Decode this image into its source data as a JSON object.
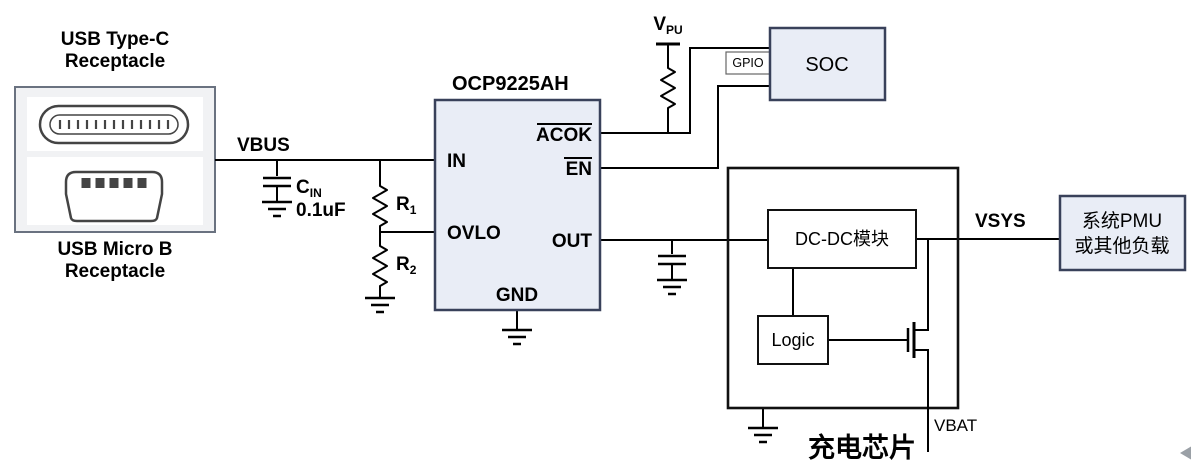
{
  "usb": {
    "typec_label_line1": "USB Type-C",
    "typec_label_line2": "Receptacle",
    "microb_label_line1": "USB Micro B",
    "microb_label_line2": "Receptacle"
  },
  "nets": {
    "vbus": "VBUS",
    "vsys": "VSYS",
    "vbat": "VBAT",
    "gpio": "GPIO",
    "vpu": {
      "main": "V",
      "sub": "PU"
    }
  },
  "passives": {
    "cin": {
      "main": "C",
      "sub": "IN",
      "value": "0.1uF"
    },
    "r1": {
      "main": "R",
      "sub": "1"
    },
    "r2": {
      "main": "R",
      "sub": "2"
    }
  },
  "ic": {
    "name": "OCP9225AH",
    "pin_in": "IN",
    "pin_ovlo": "OVLO",
    "pin_acok": "ACOK",
    "pin_en": "EN",
    "pin_out": "OUT",
    "pin_gnd": "GND"
  },
  "soc": {
    "label": "SOC"
  },
  "charger": {
    "label": "充电芯片",
    "dcdc_label": "DC-DC模块",
    "logic_label": "Logic"
  },
  "load": {
    "line1": "系统PMU",
    "line2": "或其他负载"
  },
  "colors": {
    "box_fill": "#e9edf6",
    "box_border": "#39415a",
    "usb_box_fill": "#f1f2f4",
    "usb_box_border": "#6a7280",
    "wire": "#000000",
    "load_text1": "#7f3b12",
    "load_text2": "#1f3864"
  }
}
